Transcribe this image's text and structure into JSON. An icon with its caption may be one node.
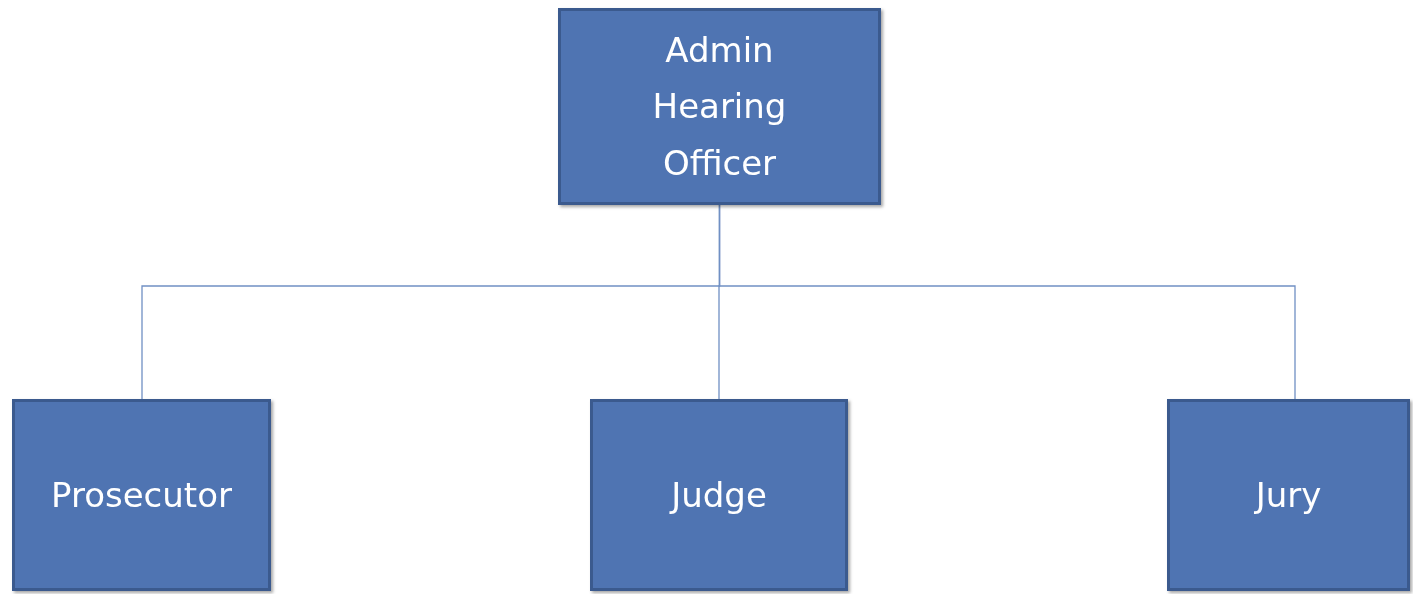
{
  "diagram": {
    "nodes": [
      {
        "text": [
          "Admin Hearing Officer"
        ]
      },
      {
        "text": [
          "Prosecutor"
        ]
      },
      {
        "text": [
          "Judge"
        ]
      },
      {
        "text": [
          "Jury"
        ]
      }
    ],
    "edges": [
      {
        "from": 0,
        "to": 1,
        "arrow": "none"
      },
      {
        "from": 0,
        "to": 2,
        "arrow": "none"
      },
      {
        "from": 0,
        "to": 3,
        "arrow": "none"
      }
    ]
  }
}
